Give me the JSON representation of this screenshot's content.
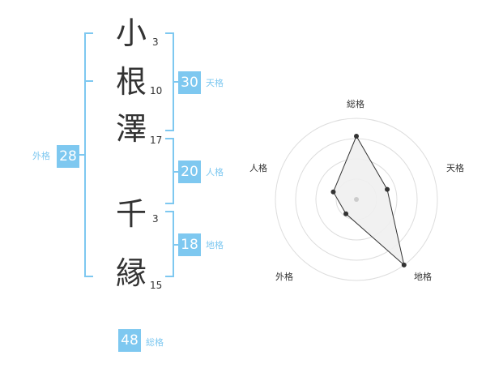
{
  "name_chars": [
    {
      "char": "小",
      "strokes": "3"
    },
    {
      "char": "根",
      "strokes": "10"
    },
    {
      "char": "澤",
      "strokes": "17"
    },
    {
      "char": "千",
      "strokes": "3"
    },
    {
      "char": "縁",
      "strokes": "15"
    }
  ],
  "fortunes": {
    "tenkaku": {
      "value": "30",
      "label": "天格"
    },
    "jinkaku": {
      "value": "20",
      "label": "人格"
    },
    "chikaku": {
      "value": "18",
      "label": "地格"
    },
    "gaikaku": {
      "value": "28",
      "label": "外格"
    },
    "soukaku": {
      "value": "48",
      "label": "総格"
    }
  },
  "radar": {
    "labels": {
      "top": "総格",
      "right": "天格",
      "bottom_right": "地格",
      "bottom_left": "外格",
      "left": "人格"
    },
    "colors": {
      "ring": "#dddddd",
      "fill": "#f0f0f0",
      "line": "#333333",
      "point": "#333333",
      "center": "#cccccc"
    }
  },
  "chart_data": {
    "type": "radar",
    "categories": [
      "総格",
      "天格",
      "地格",
      "外格",
      "人格"
    ],
    "values": [
      0.78,
      0.4,
      1.0,
      0.22,
      0.3
    ],
    "rings": 4
  }
}
